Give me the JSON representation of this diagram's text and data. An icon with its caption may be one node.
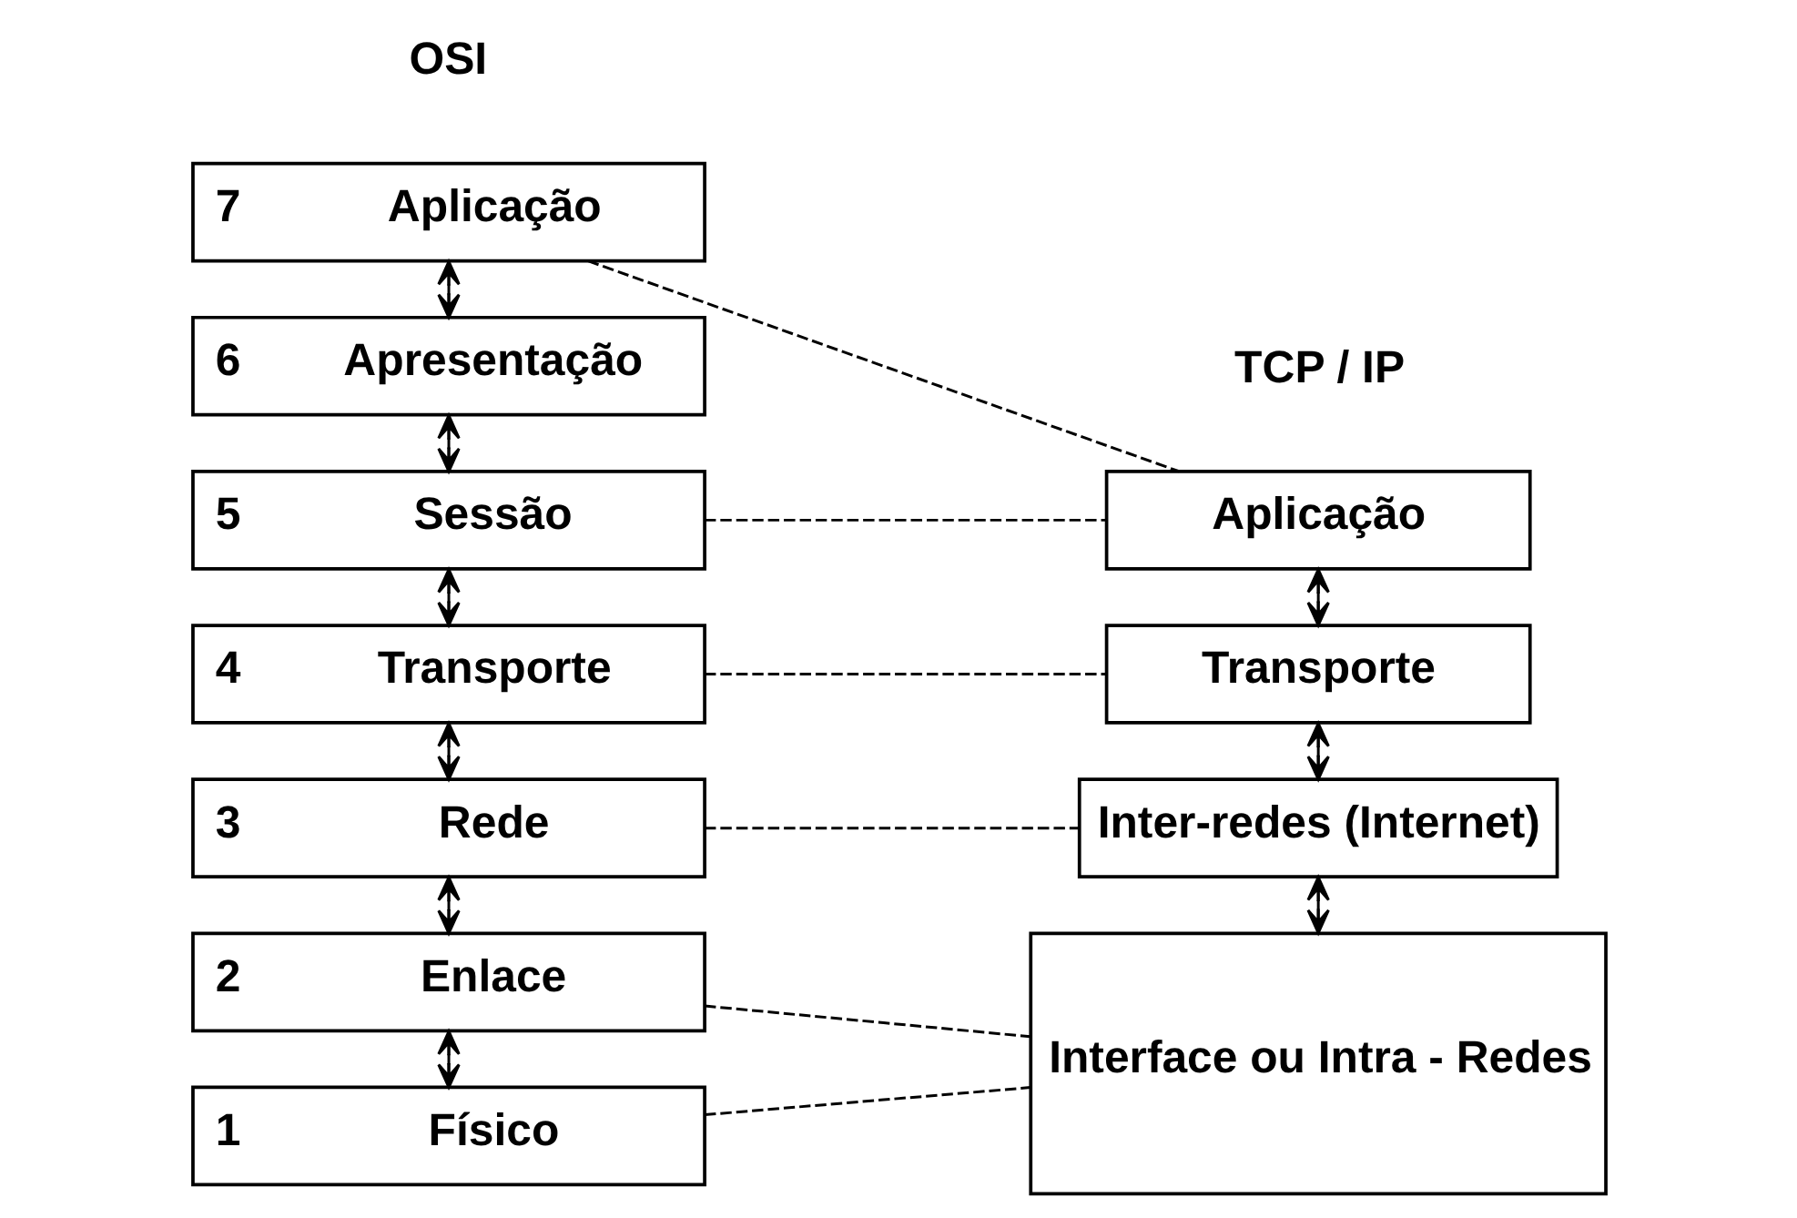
{
  "diagram": {
    "nodes": [
      {
        "text": [
          "7",
          "Aplicação"
        ]
      },
      {
        "text": [
          "6",
          "Apresentação"
        ]
      },
      {
        "text": [
          "5",
          "Sessão"
        ]
      },
      {
        "text": [
          "4",
          "Transporte"
        ]
      },
      {
        "text": [
          "3",
          "Rede"
        ]
      },
      {
        "text": [
          "2",
          "Enlace"
        ]
      },
      {
        "text": [
          "1",
          "Físico"
        ]
      },
      {
        "text": [
          "Aplicação"
        ]
      },
      {
        "text": [
          "Transporte"
        ]
      },
      {
        "text": [
          "Inter-redes (Internet)"
        ]
      },
      {
        "text": [
          "Interface ou Intra - Redes"
        ]
      }
    ],
    "edges": [
      {
        "from": 0,
        "to": 1,
        "arrow": "both"
      },
      {
        "from": 1,
        "to": 2,
        "arrow": "both"
      },
      {
        "from": 2,
        "to": 3,
        "arrow": "both"
      },
      {
        "from": 3,
        "to": 4,
        "arrow": "both"
      },
      {
        "from": 4,
        "to": 5,
        "arrow": "both"
      },
      {
        "from": 5,
        "to": 6,
        "arrow": "both"
      },
      {
        "from": 0,
        "to": 7,
        "arrow": "none",
        "style": "dashed"
      },
      {
        "from": 2,
        "to": 7,
        "arrow": "none",
        "style": "dashed"
      },
      {
        "from": 3,
        "to": 8,
        "arrow": "none",
        "style": "dashed"
      },
      {
        "from": 4,
        "to": 9,
        "arrow": "none",
        "style": "dashed"
      },
      {
        "from": 5,
        "to": 10,
        "arrow": "none",
        "style": "dashed"
      },
      {
        "from": 6,
        "to": 10,
        "arrow": "none",
        "style": "dashed"
      },
      {
        "from": 7,
        "to": 8,
        "arrow": "both"
      },
      {
        "from": 8,
        "to": 9,
        "arrow": "both"
      },
      {
        "from": 9,
        "to": 10,
        "arrow": "both"
      }
    ],
    "labels": [
      "OSI",
      "TCP / IP"
    ]
  }
}
